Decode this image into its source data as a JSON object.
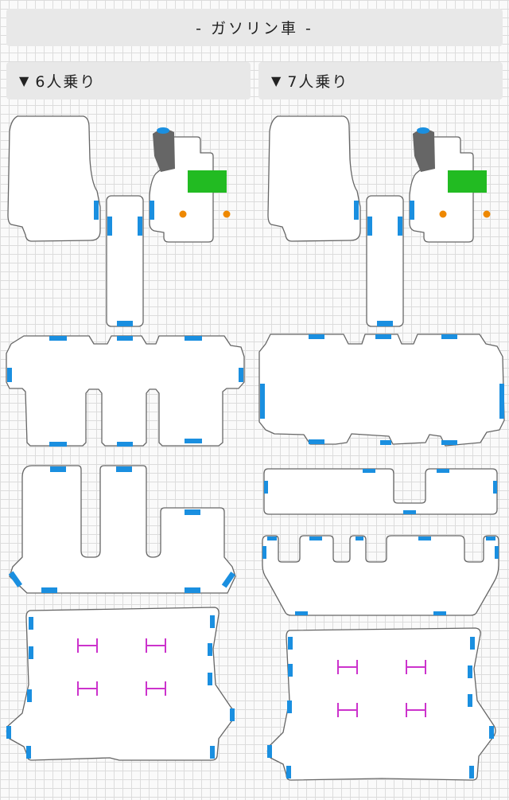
{
  "banner": {
    "title": "- ガソリン車 -"
  },
  "sections": [
    {
      "icon": "▼",
      "label": "6人乗り"
    },
    {
      "icon": "▼",
      "label": "7人乗り"
    }
  ],
  "colors": {
    "clip": "#1a8fe0",
    "hook": "#cc33cc",
    "heel_pad": "#22bb22",
    "grommet": "#ee8800",
    "shifter": "#666666"
  }
}
